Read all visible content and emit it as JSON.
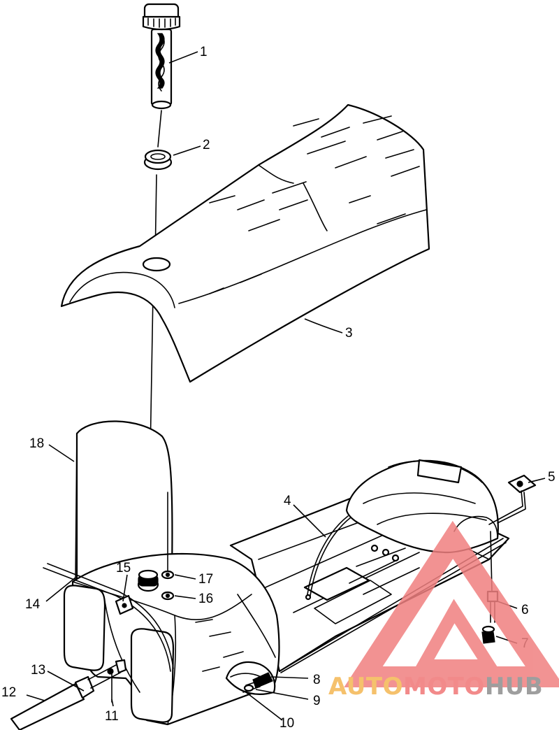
{
  "callouts": [
    {
      "id": "1",
      "label": "1"
    },
    {
      "id": "2",
      "label": "2"
    },
    {
      "id": "3",
      "label": "3"
    },
    {
      "id": "4",
      "label": "4"
    },
    {
      "id": "5",
      "label": "5"
    },
    {
      "id": "6",
      "label": "6"
    },
    {
      "id": "7",
      "label": "7"
    },
    {
      "id": "8",
      "label": "8"
    },
    {
      "id": "9",
      "label": "9"
    },
    {
      "id": "10",
      "label": "10"
    },
    {
      "id": "11",
      "label": "11"
    },
    {
      "id": "12",
      "label": "12"
    },
    {
      "id": "13",
      "label": "13"
    },
    {
      "id": "14",
      "label": "14"
    },
    {
      "id": "15",
      "label": "15"
    },
    {
      "id": "16",
      "label": "16"
    },
    {
      "id": "17",
      "label": "17"
    },
    {
      "id": "18",
      "label": "18"
    }
  ],
  "watermark": {
    "text_auto": "AUTO",
    "text_moto": "MOTO",
    "text_hub": "HUB",
    "color_auto": "#f5c16c",
    "color_moto": "#f28a8a",
    "color_hub": "#9e9e9e",
    "logo_color": "#f08080"
  }
}
